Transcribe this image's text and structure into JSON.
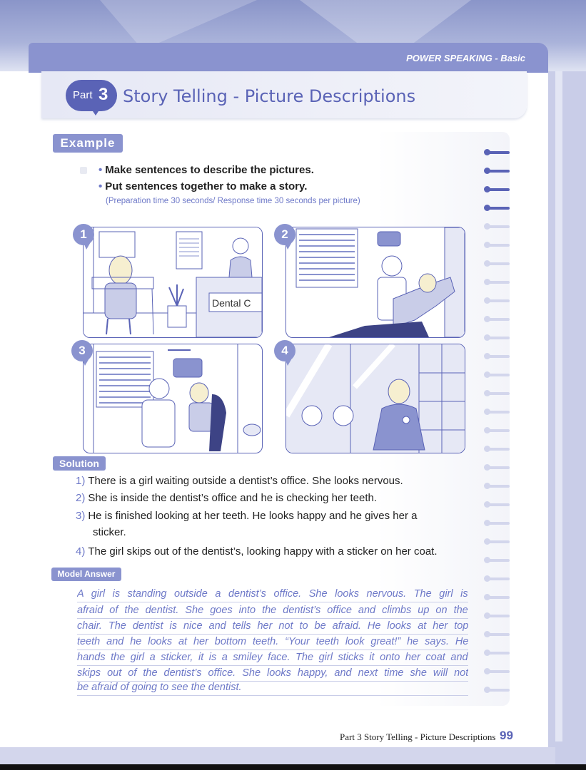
{
  "header": {
    "series_label": "POWER SPEAKING - Basic"
  },
  "title": {
    "part_word": "Part",
    "part_num": "3",
    "text": "Story Telling - Picture Descriptions"
  },
  "example": {
    "tag": "Example",
    "instructions": [
      "Make sentences to describe the pictures.",
      "Put sentences together to make a story."
    ],
    "bullet": "•",
    "prep_note": "(Preparation time 30 seconds/ Response time 30 seconds per picture)"
  },
  "pictures": [
    {
      "num": "1",
      "sign_text": "Dental C"
    },
    {
      "num": "2"
    },
    {
      "num": "3"
    },
    {
      "num": "4"
    }
  ],
  "solution": {
    "tag": "Solution",
    "items": [
      {
        "no": "1)",
        "text": "There is a girl waiting outside a dentist’s office. She looks nervous."
      },
      {
        "no": "2)",
        "text": "She is inside the dentist’s office and he is checking her teeth."
      },
      {
        "no": "3)",
        "text": "He is finished looking at her teeth. He looks happy and he gives her a",
        "cont": "sticker."
      },
      {
        "no": "4)",
        "text": "The girl skips out of the dentist’s, looking happy with a sticker on her coat."
      }
    ]
  },
  "model_answer": {
    "tag": "Model Answer",
    "lines": [
      "A girl is standing outside a dentist’s office. She looks nervous. The girl is",
      "afraid of the dentist. She goes into the dentist’s office and climbs up on the",
      "chair. The dentist is nice and tells her not to be afraid. He looks at her top",
      "teeth and he looks at her bottom teeth. “Your teeth look great!” he says. He",
      "hands the girl a sticker, it is a smiley face. The girl sticks it onto her coat and",
      "skips out of the dentist’s office. She looks happy, and next time she will not",
      "be afraid of going to see the dentist."
    ]
  },
  "footer": {
    "title": "Part 3 Story Telling - Picture Descriptions",
    "page": "99"
  },
  "colors": {
    "accent": "#5a63b6",
    "accent_light": "#8a93cf",
    "text_blue": "#6e79c8"
  }
}
